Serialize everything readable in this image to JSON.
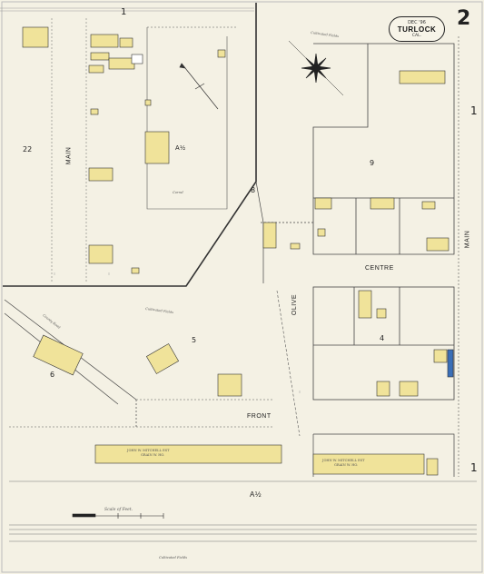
{
  "sheet": {
    "number": "2"
  },
  "title_badge": {
    "date": "DEC '96",
    "town": "TURLOCK",
    "state": "CAL."
  },
  "streets": {
    "main_west": "MAIN",
    "main_east": "MAIN",
    "olive": "OLIVE",
    "centre": "CENTRE",
    "front": "FRONT",
    "alley": "A½",
    "alley_lot": "A½"
  },
  "blocks": {
    "b22": "22",
    "b9": "9",
    "b8": "8",
    "b4": "4",
    "b5": "5",
    "b6": "6"
  },
  "margin_marks": {
    "top": "1",
    "right_top": "1",
    "right_bottom": "1"
  },
  "buildings": {
    "warehouse_west_line1": "JOHN W. MITCHELL EST",
    "warehouse_west_line2": "GRAIN W. HO.",
    "warehouse_east_line1": "JOHN W. MITCHELL EST",
    "warehouse_east_line2": "GRAIN W. HO."
  },
  "annotations": {
    "cultivated_fields_1": "Cultivated Fields",
    "cultivated_fields_2": "Cultivated Fields",
    "cultivated_fields_3": "Cultivated Fields",
    "county_road": "County Road",
    "corral": "Corral"
  },
  "scale": {
    "label": "Scale of Feet."
  },
  "colors": {
    "adobe": "#f0e39a",
    "paper": "#f4f1e4",
    "ink": "#222222",
    "water": "#3a6fb8"
  }
}
